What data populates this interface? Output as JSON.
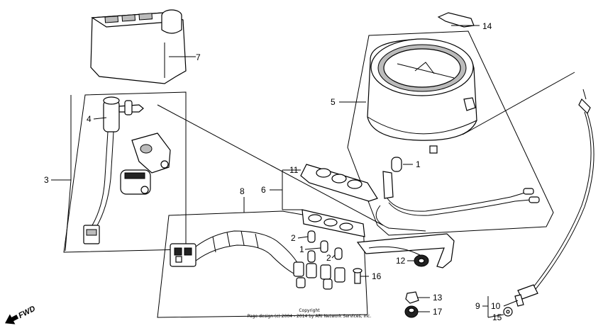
{
  "callouts": {
    "c1a": "1",
    "c1b": "1",
    "c2a": "2",
    "c2b": "2",
    "c3": "3",
    "c4": "4",
    "c5": "5",
    "c6": "6",
    "c7": "7",
    "c8": "8",
    "c9": "9",
    "c10": "10",
    "c11": "11",
    "c12": "12",
    "c13": "13",
    "c14": "14",
    "c15": "15",
    "c16": "16",
    "c17": "17"
  },
  "direction_label": "FWD",
  "copyright": {
    "line1": "Copyright",
    "line2": "Page design (c) 2004 - 2014 by ARI Network Services, Inc."
  }
}
